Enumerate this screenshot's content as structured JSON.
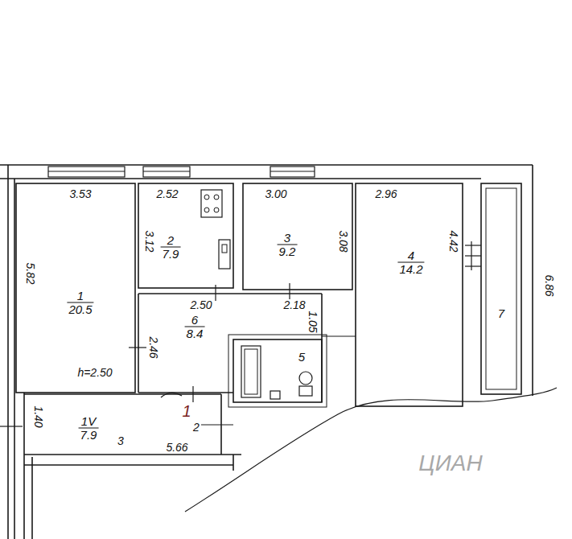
{
  "diagram": {
    "nodes": [
      {
        "text": [
          "1",
          "20.5"
        ]
      },
      {
        "text": [
          "2",
          "7.9"
        ]
      },
      {
        "text": [
          "3",
          "9.2"
        ]
      },
      {
        "text": [
          "4",
          "14.2"
        ]
      },
      {
        "text": [
          "7"
        ]
      },
      {
        "text": [
          "6",
          "8.4"
        ]
      },
      {
        "text": [
          "5"
        ]
      },
      {
        "text": [
          "1V",
          "7.9"
        ]
      }
    ],
    "labels": [
      "3.53",
      "2.52",
      "3.00",
      "2.96",
      "3.12",
      "3.08",
      "4.42",
      "5.82",
      "6.86",
      "h=2.50",
      "2.50",
      "2.18",
      "2.46",
      "1.05",
      "1",
      "1.40",
      "5.66",
      "2",
      "3",
      "ЦИАН"
    ]
  }
}
